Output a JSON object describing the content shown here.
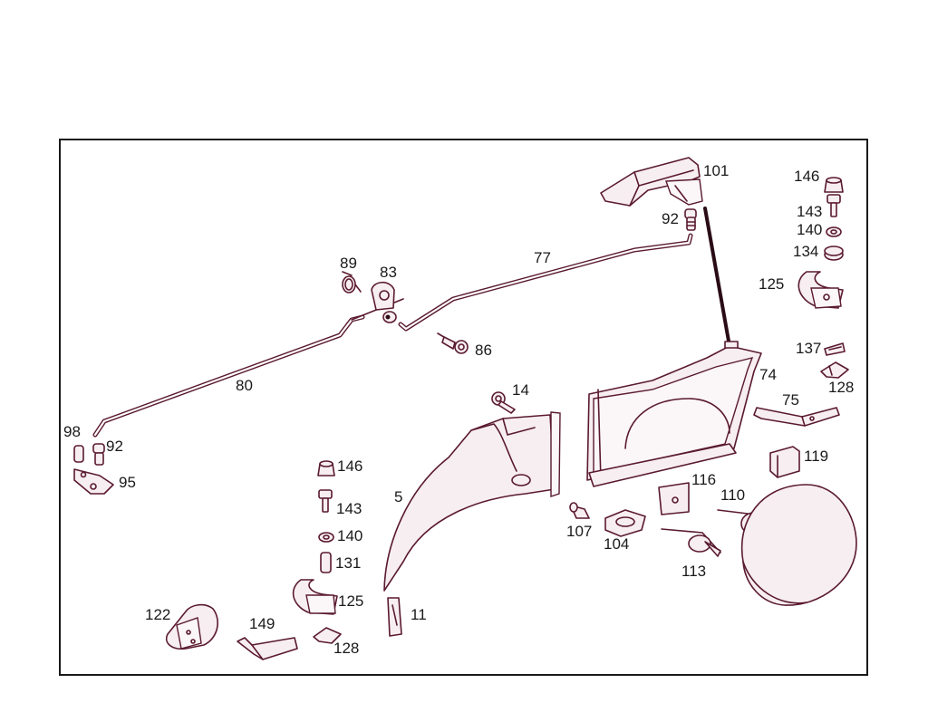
{
  "diagram": {
    "labels": [
      {
        "id": "101",
        "text": "101"
      },
      {
        "id": "92a",
        "text": "92"
      },
      {
        "id": "146a",
        "text": "146"
      },
      {
        "id": "143a",
        "text": "143"
      },
      {
        "id": "140a",
        "text": "140"
      },
      {
        "id": "134",
        "text": "134"
      },
      {
        "id": "125a",
        "text": "125"
      },
      {
        "id": "77",
        "text": "77"
      },
      {
        "id": "89",
        "text": "89"
      },
      {
        "id": "83",
        "text": "83"
      },
      {
        "id": "86",
        "text": "86"
      },
      {
        "id": "137",
        "text": "137"
      },
      {
        "id": "74",
        "text": "74"
      },
      {
        "id": "128a",
        "text": "128"
      },
      {
        "id": "75",
        "text": "75"
      },
      {
        "id": "80",
        "text": "80"
      },
      {
        "id": "14",
        "text": "14"
      },
      {
        "id": "98",
        "text": "98"
      },
      {
        "id": "92b",
        "text": "92"
      },
      {
        "id": "95",
        "text": "95"
      },
      {
        "id": "119",
        "text": "119"
      },
      {
        "id": "146b",
        "text": "146"
      },
      {
        "id": "116",
        "text": "116"
      },
      {
        "id": "5",
        "text": "5"
      },
      {
        "id": "110",
        "text": "110"
      },
      {
        "id": "143b",
        "text": "143"
      },
      {
        "id": "107",
        "text": "107"
      },
      {
        "id": "104",
        "text": "104"
      },
      {
        "id": "140b",
        "text": "140"
      },
      {
        "id": "113",
        "text": "113"
      },
      {
        "id": "131",
        "text": "131"
      },
      {
        "id": "125b",
        "text": "125"
      },
      {
        "id": "11",
        "text": "11"
      },
      {
        "id": "122",
        "text": "122"
      },
      {
        "id": "149",
        "text": "149"
      },
      {
        "id": "128b",
        "text": "128"
      }
    ]
  }
}
